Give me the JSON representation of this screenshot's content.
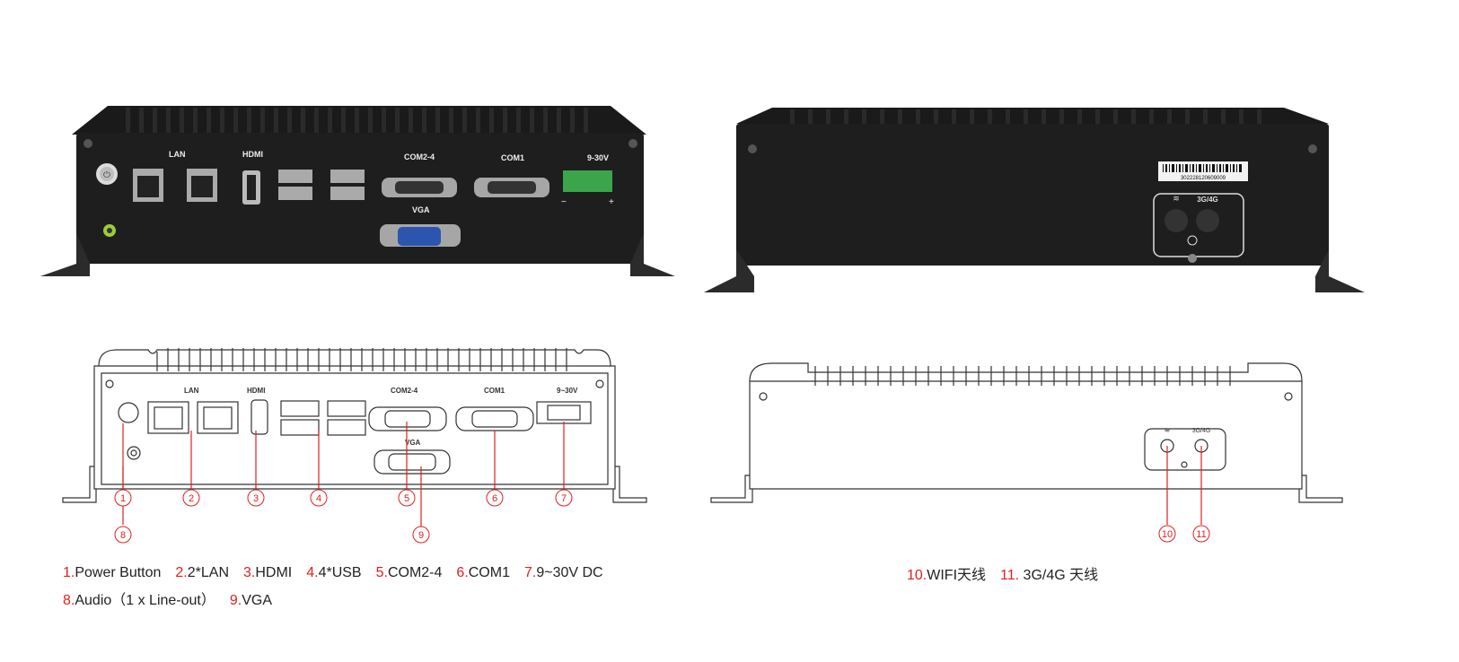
{
  "front_panel": {
    "label_lan": "LAN",
    "label_hdmi": "HDMI",
    "label_com24": "COM2-4",
    "label_com1": "COM1",
    "label_power": "9-30V",
    "label_vga": "VGA",
    "label_minus": "−",
    "label_plus": "+"
  },
  "rear_panel": {
    "barcode_text": "302228120609009",
    "label_3g4g": "3G/4G"
  },
  "front_drawing": {
    "label_lan": "LAN",
    "label_hdmi": "HDMI",
    "label_com24": "COM2-4",
    "label_com1": "COM1",
    "label_power": "9~30V",
    "label_vga": "VGA",
    "callouts": [
      "1",
      "2",
      "3",
      "4",
      "5",
      "6",
      "7",
      "8",
      "9"
    ]
  },
  "rear_drawing": {
    "label_3g4g": "3G/4G",
    "callouts": [
      "10",
      "11"
    ]
  },
  "legend_front": {
    "line1": [
      {
        "n": "1.",
        "t": "Power Button"
      },
      {
        "n": "2.",
        "t": "2*LAN"
      },
      {
        "n": "3.",
        "t": "HDMI"
      },
      {
        "n": "4.",
        "t": "4*USB"
      },
      {
        "n": "5.",
        "t": "COM2-4"
      },
      {
        "n": "6.",
        "t": "COM1"
      },
      {
        "n": "7.",
        "t": "9~30V DC"
      }
    ],
    "line2": [
      {
        "n": "8.",
        "t": "Audio（1 x Line-out）"
      },
      {
        "n": "9.",
        "t": "VGA"
      }
    ]
  },
  "legend_rear": [
    {
      "n": "10.",
      "t": "WIFI天线"
    },
    {
      "n": "11.",
      "t": " 3G/4G 天线"
    }
  ],
  "colors": {
    "chassis": "#1e1e1e",
    "callout_red": "#e02020",
    "vga_blue": "#2c55b0",
    "terminal_green": "#3aa54a"
  }
}
